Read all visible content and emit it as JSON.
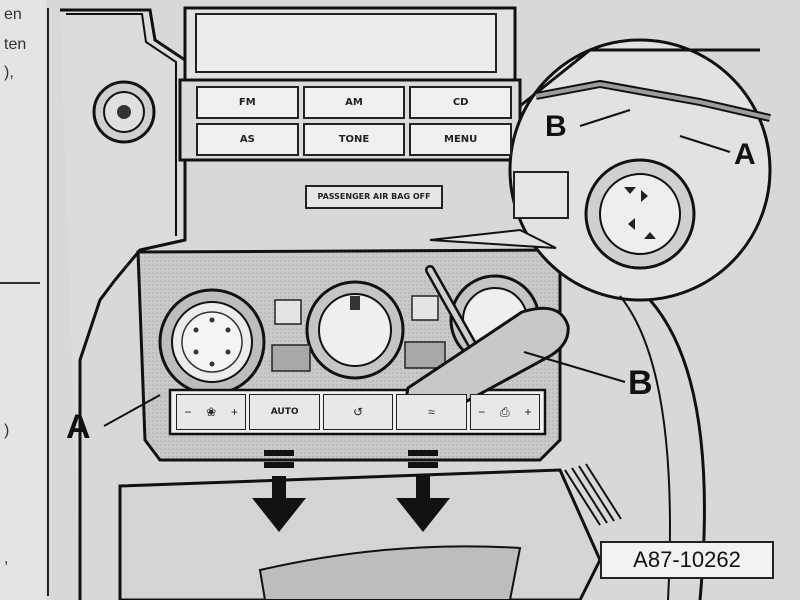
{
  "figure": {
    "reference": "A87-10262",
    "callout_a": "A",
    "callout_b": "B"
  },
  "side_text": {
    "line1": "en",
    "line2": "ten",
    "line3": "),",
    "line4": ",",
    "line5": ")"
  },
  "radio_buttons": {
    "fm": "FM",
    "am": "AM",
    "cd": "CD",
    "as": "AS",
    "tone": "TONE",
    "menu": "MENU"
  },
  "airbag_label": "PASSENGER AIR BAG OFF",
  "climate_buttons": {
    "auto": "AUTO"
  },
  "colors": {
    "ink": "#111111",
    "paper": "#d8d8d6",
    "panel": "#c4c4c2"
  }
}
